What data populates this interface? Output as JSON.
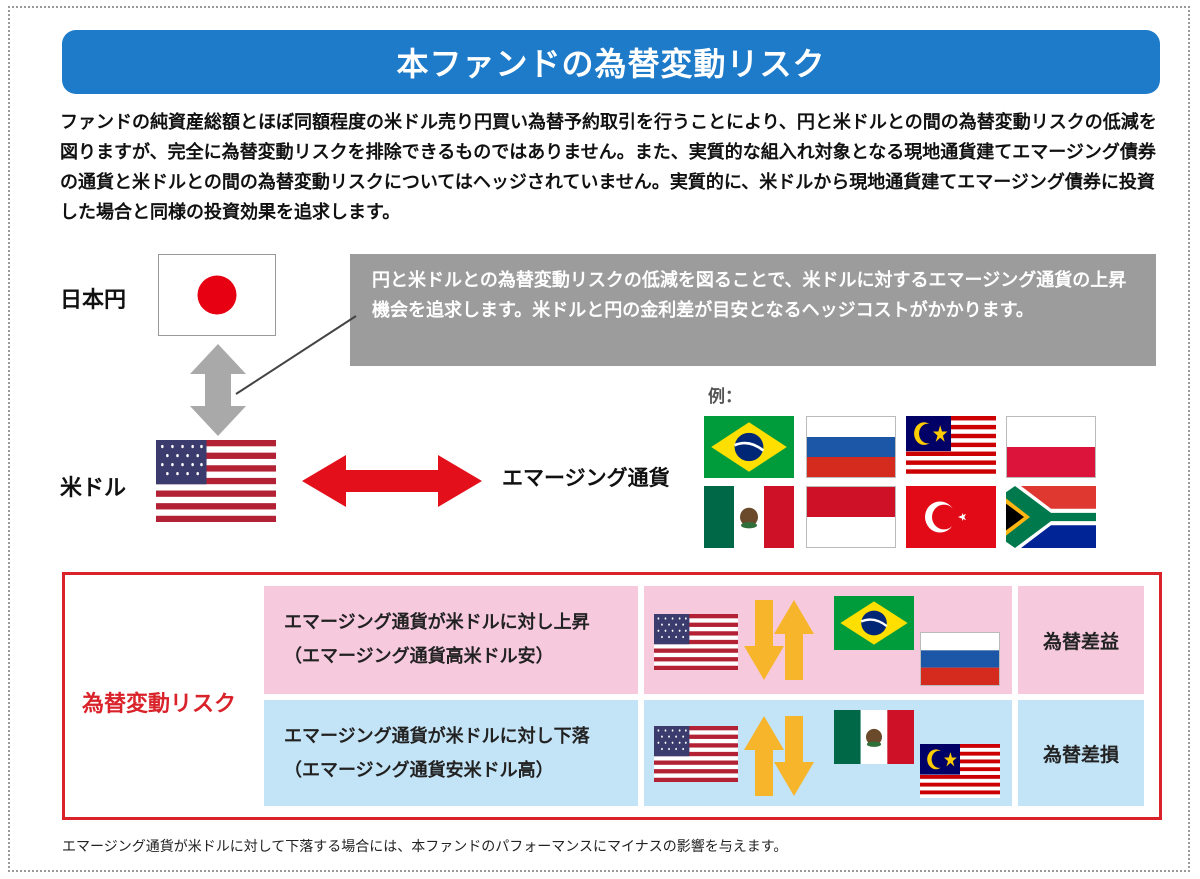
{
  "title": "本ファンドの為替変動リスク",
  "lead": "ファンドの純資産総額とほぼ同額程度の米ドル売り円買い為替予約取引を行うことにより、円と米ドルとの間の為替変動リスクの低減を図りますが、完全に為替変動リスクを排除できるものではありません。また、実質的な組入れ対象となる現地通貨建てエマージング債券の通貨と米ドルとの間の為替変動リスクについてはヘッジされていません。実質的に、米ドルから現地通貨建てエマージング債券に投資した場合と同様の投資効果を追求します。",
  "labels": {
    "jpy": "日本円",
    "usd": "米ドル",
    "emerging": "エマージング通貨",
    "example": "例："
  },
  "callout": "円と米ドルとの為替変動リスクの低減を図ることで、米ドルに対するエマージング通貨の上昇機会を追求します。米ドルと円の金利差が目安となるヘッジコストがかかります。",
  "risk": {
    "label": "為替変動リスク",
    "rows": [
      {
        "line1": "エマージング通貨が米ドルに対し上昇",
        "line2": "（エマージング通貨高米ドル安）",
        "result": "為替差益"
      },
      {
        "line1": "エマージング通貨が米ドルに対し下落",
        "line2": "（エマージング通貨安米ドル高）",
        "result": "為替差損"
      }
    ]
  },
  "footnote": "エマージング通貨が米ドルに対して下落する場合には、本ファンドのパフォーマンスにマイナスの影響を与えます。",
  "flags": [
    "japan",
    "usa",
    "brazil",
    "russia",
    "malaysia",
    "poland",
    "mexico",
    "indonesia",
    "turkey",
    "south-africa"
  ],
  "colors": {
    "banner": "#1d7bc9",
    "accent_red": "#d9222a",
    "arrow_yellow": "#f7b52c",
    "callout_gray": "#9c9c9c",
    "pink": "#f6c9dd",
    "blue": "#c3e3f6"
  }
}
